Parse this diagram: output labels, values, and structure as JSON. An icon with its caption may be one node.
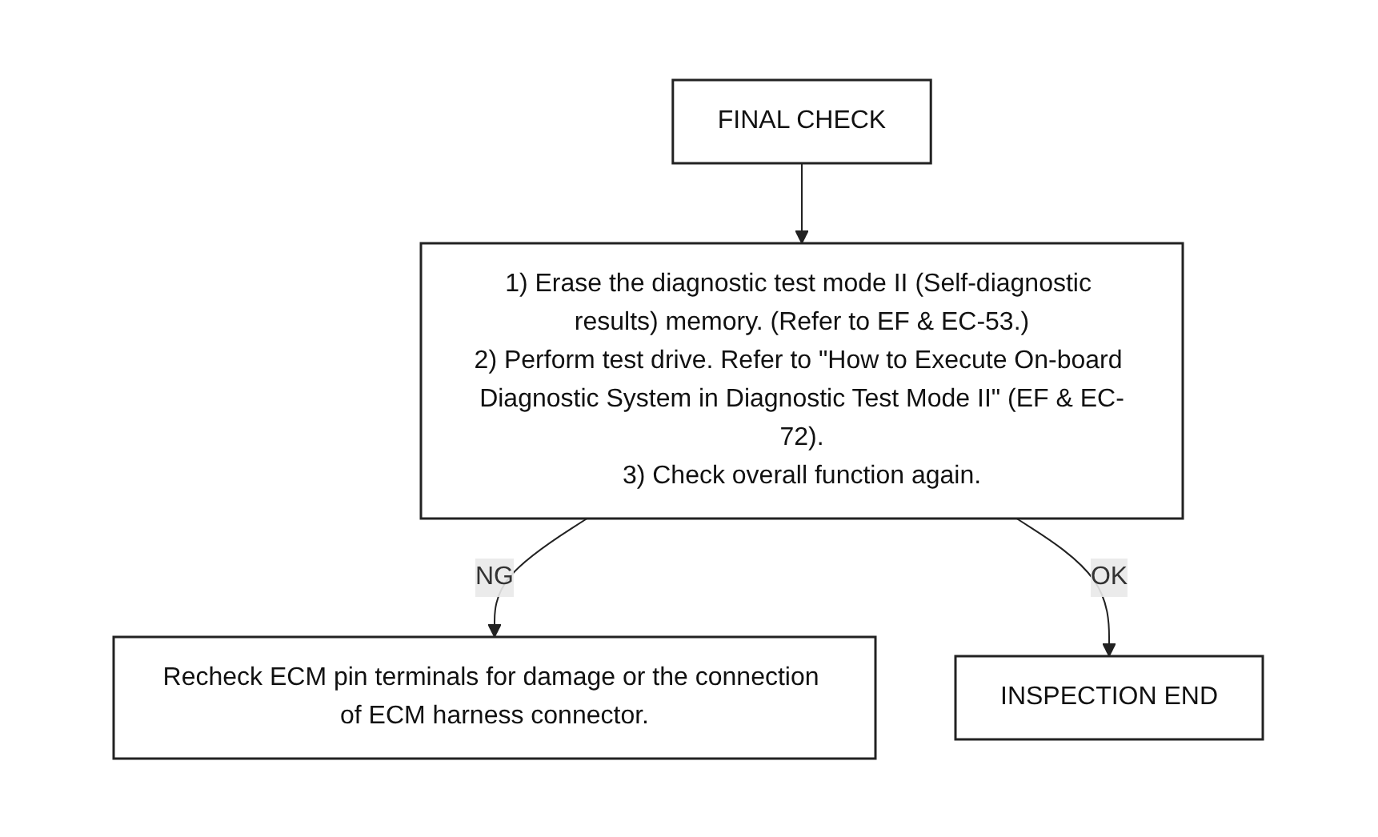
{
  "diagram": {
    "nodes": [
      {
        "text": [
          "FINAL CHECK"
        ]
      },
      {
        "text": [
          "1) Erase the diagnostic test mode II (Self-diagnostic results) memory. (Refer to EF & EC-53.)",
          "2) Perform test drive. Refer to \"How to Execute On-board Diagnostic System in Diagnostic Test Mode II\" (EF & EC-72).",
          "3) Check overall function again."
        ]
      },
      {
        "text": [
          "Recheck ECM pin terminals for damage or the connection of ECM harness connector."
        ]
      },
      {
        "text": [
          "INSPECTION END"
        ]
      }
    ],
    "edges": [
      {
        "from": 0,
        "to": 1,
        "arrow": "to"
      },
      {
        "from": 1,
        "to": 2,
        "arrow": "to",
        "label": "NG"
      },
      {
        "from": 1,
        "to": 3,
        "arrow": "to",
        "label": "OK"
      }
    ]
  }
}
